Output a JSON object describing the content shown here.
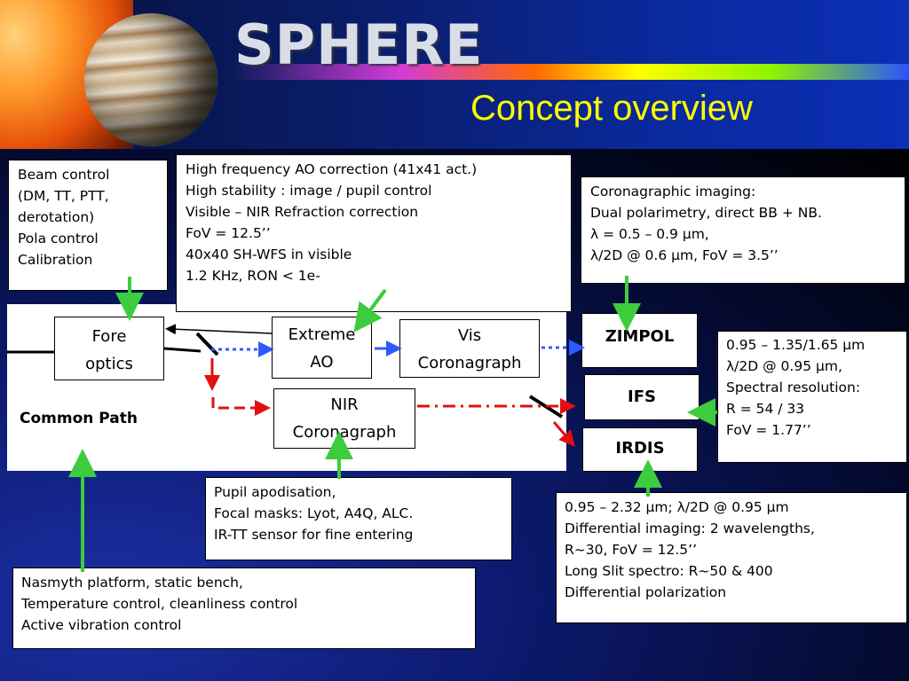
{
  "header": {
    "logo_text": "SPHERE",
    "title": "Concept overview"
  },
  "boxes": {
    "beam_control": [
      "Beam control",
      "(DM, TT, PTT,",
      "derotation)",
      "Pola control",
      "Calibration"
    ],
    "ao": [
      "High frequency AO correction (41x41 act.)",
      "High stability : image / pupil control",
      "Visible – NIR Refraction correction",
      "FoV = 12.5’’",
      "40x40 SH-WFS in visible",
      "1.2 KHz, RON < 1e-"
    ],
    "zimpol_desc": [
      "Coronagraphic imaging:",
      "Dual polarimetry, direct BB + NB.",
      "λ = 0.5 – 0.9 μm,",
      "λ/2D @ 0.6 μm,  FoV = 3.5’’"
    ],
    "ifs_desc": [
      "0.95 – 1.35/1.65 μm",
      "λ/2D @ 0.95 μm,",
      "Spectral resolution:",
      "R = 54 / 33",
      "FoV = 1.77’’"
    ],
    "pupil": [
      "Pupil apodisation,",
      "Focal masks: Lyot, A4Q, ALC.",
      "IR-TT sensor for fine entering"
    ],
    "irdis_desc": [
      "0.95 – 2.32 μm; λ/2D @ 0.95 μm",
      "Differential imaging: 2 wavelengths,",
      "R~30, FoV = 12.5’’",
      "Long Slit spectro: R~50 & 400",
      "Differential polarization"
    ],
    "nasmyth": [
      "Nasmyth platform, static bench,",
      "Temperature control, cleanliness control",
      "Active vibration control"
    ]
  },
  "components": {
    "fore_optics": [
      "Fore",
      "optics"
    ],
    "extreme_ao": [
      "Extreme",
      "AO"
    ],
    "vis_coronagraph": [
      "Vis",
      "Coronagraph"
    ],
    "nir_coronagraph": [
      "NIR",
      "Coronagraph"
    ]
  },
  "instruments": {
    "zimpol": "ZIMPOL",
    "ifs": "IFS",
    "irdis": "IRDIS"
  },
  "common_path_label": "Common Path",
  "colors": {
    "title_yellow": "#ffff00",
    "arrow_green": "#3dcc3d",
    "beam_blue": "#2e5bff",
    "beam_red": "#e01010"
  }
}
